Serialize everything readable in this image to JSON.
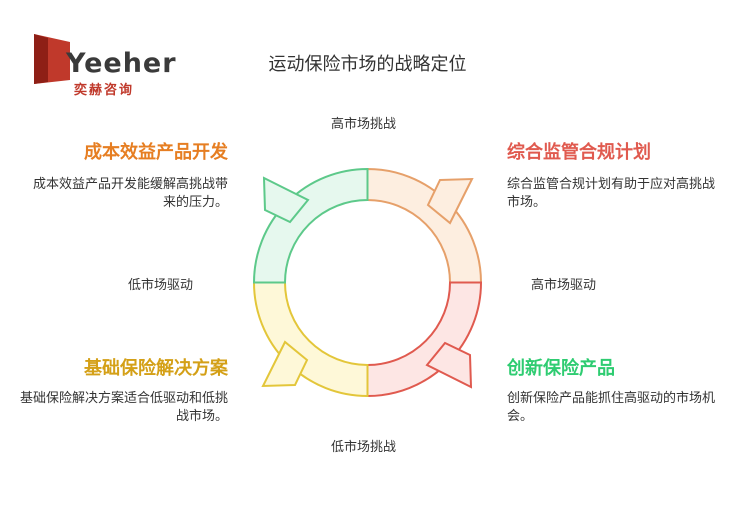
{
  "logo": {
    "brand": "Yeeher",
    "subtitle": "奕赫咨询"
  },
  "title": "运动保险市场的战略定位",
  "axes": {
    "top": "高市场挑战",
    "bottom": "低市场挑战",
    "left": "低市场驱动",
    "right": "高市场驱动"
  },
  "quadrants": {
    "top_left": {
      "title": "成本效益产品开发",
      "desc": "成本效益产品开发能缓解高挑战带来的压力。",
      "color": "#e67e22"
    },
    "top_right": {
      "title": "综合监管合规计划",
      "desc": "综合监管合规计划有助于应对高挑战市场。",
      "color": "#e05a4f"
    },
    "bottom_left": {
      "title": "基础保险解决方案",
      "desc": "基础保险解决方案适合低驱动和低挑战市场。",
      "color": "#d4a017"
    },
    "bottom_right": {
      "title": "创新保险产品",
      "desc": "创新保险产品能抓住高驱动的市场机会。",
      "color": "#2ecc71"
    }
  }
}
